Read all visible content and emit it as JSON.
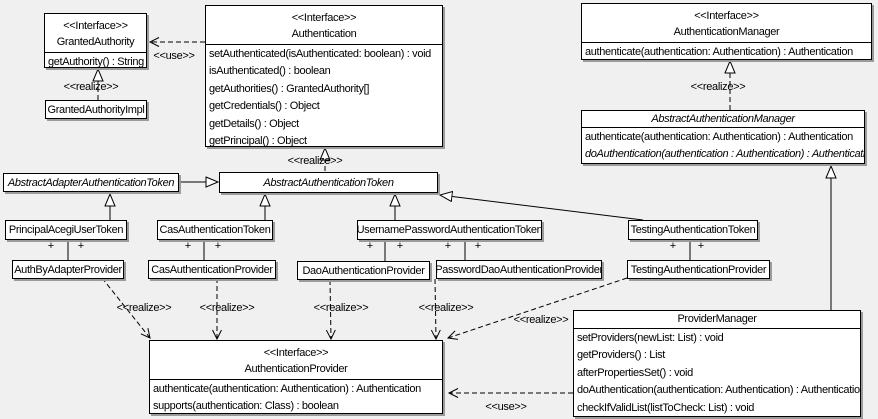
{
  "labels": {
    "interface": "<<Interface>>",
    "realize": "<<realize>>",
    "use": "<<use>>",
    "plus": "+"
  },
  "colors": {
    "background": "#f0f0f0",
    "box_fill": "#ffffff",
    "line": "#000000",
    "shadow": "#9b9b9b"
  },
  "classes": {
    "granted_authority": {
      "name": "GrantedAuthority",
      "methods": [
        "getAuthority() : String"
      ]
    },
    "granted_authority_impl": {
      "name": "GrantedAuthorityImpl"
    },
    "authentication": {
      "name": "Authentication",
      "methods": [
        "setAuthenticated(isAuthenticated: boolean) : void",
        "isAuthenticated() : boolean",
        "getAuthorities() : GrantedAuthority[]",
        "getCredentials() : Object",
        "getDetails() : Object",
        "getPrincipal() : Object"
      ]
    },
    "authentication_manager": {
      "name": "AuthenticationManager",
      "methods": [
        "authenticate(authentication: Authentication) : Authentication"
      ]
    },
    "abstract_authentication_manager": {
      "name": "AbstractAuthenticationManager",
      "methods": [
        "authenticate(authentication: Authentication) : Authentication",
        "doAuthentication(authentication : Authentication) : Authentication"
      ]
    },
    "abstract_adapter_authentication_token": {
      "name": "AbstractAdapterAuthenticationToken"
    },
    "abstract_authentication_token": {
      "name": "AbstractAuthenticationToken"
    },
    "principal_acegi_user_token": {
      "name": "PrincipalAcegiUserToken"
    },
    "cas_authentication_token": {
      "name": "CasAuthenticationToken"
    },
    "username_password_authentication_token": {
      "name": "UsernamePasswordAuthenticationToken"
    },
    "testing_authentication_token": {
      "name": "TestingAuthenticationToken"
    },
    "auth_by_adapter_provider": {
      "name": "AuthByAdapterProvider"
    },
    "cas_authentication_provider": {
      "name": "CasAuthenticationProvider"
    },
    "dao_authentication_provider": {
      "name": "DaoAuthenticationProvider"
    },
    "password_dao_authentication_provider": {
      "name": "PasswordDaoAuthenticationProvider"
    },
    "testing_authentication_provider": {
      "name": "TestingAuthenticationProvider"
    },
    "provider_manager": {
      "name": "ProviderManager",
      "methods": [
        "setProviders(newList: List) : void",
        "getProviders() : List",
        "afterPropertiesSet() : void",
        "doAuthentication(authentication: Authentication) : Authentication",
        "checkIfValidList(listToCheck: List) : void"
      ]
    },
    "authentication_provider": {
      "name": "AuthenticationProvider",
      "methods": [
        "authenticate(authentication: Authentication) : Authentication",
        "supports(authentication: Class) : boolean"
      ]
    }
  }
}
